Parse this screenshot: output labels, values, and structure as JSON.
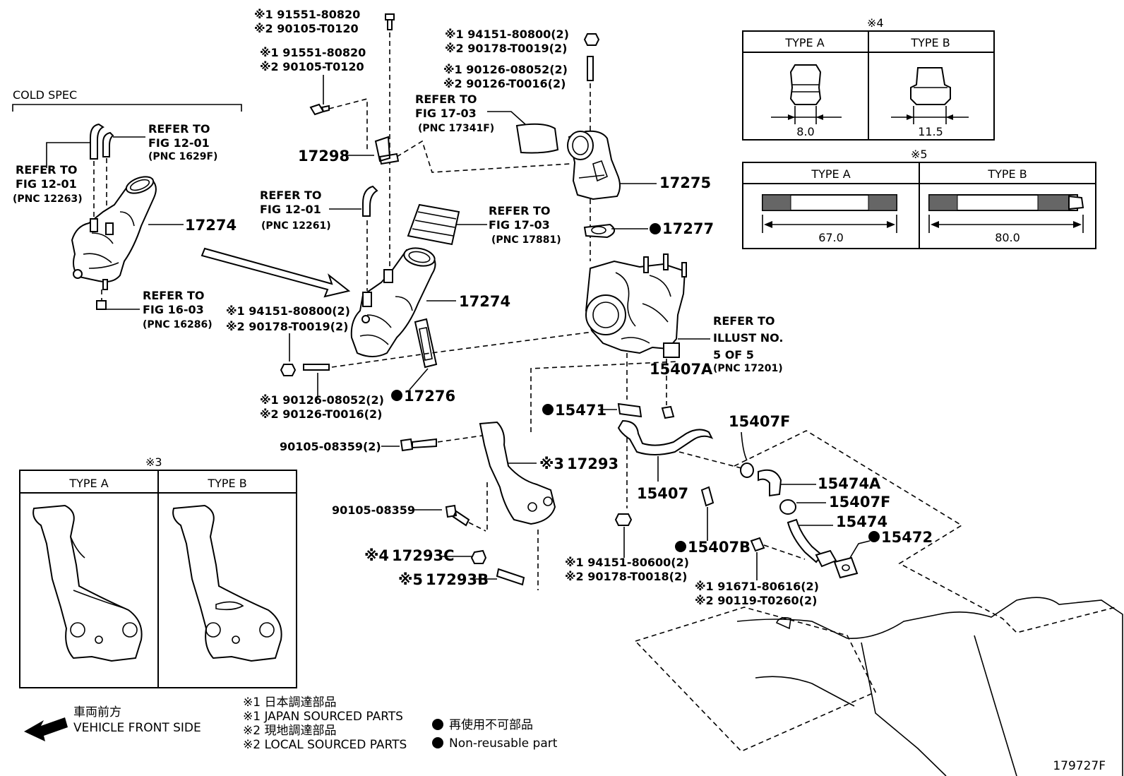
{
  "diagram_id": "179727F",
  "cold_spec": "COLD SPEC",
  "refer": {
    "r_top_left": [
      "REFER TO",
      "FIG 12-01",
      "(PNC 1629F)"
    ],
    "r_left": [
      "REFER TO",
      "FIG 12-01",
      "(PNC 12263)"
    ],
    "r_left_low": [
      "REFER TO",
      "FIG 16-03",
      "(PNC 16286)"
    ],
    "r_mid": [
      "REFER TO",
      "FIG 12-01",
      "(PNC 12261)"
    ],
    "r_mid2": [
      "REFER TO",
      "FIG 17-03",
      "(PNC 17881)"
    ],
    "r_top": [
      "REFER TO",
      "FIG 17-03",
      "(PNC 17341F)"
    ],
    "r_illust": [
      "REFER TO",
      "ILLUST NO.",
      "5 OF 5",
      "(PNC 17201)"
    ]
  },
  "pnc": {
    "p17298": "17298",
    "p17275": "17275",
    "p17277": "17277",
    "p17274a": "17274",
    "p17274b": "17274",
    "p17276": "17276",
    "p15407A": "15407A",
    "p15471": "15471",
    "p15407F_top": "15407F",
    "p17293": "17293",
    "p15407": "15407",
    "p15474A": "15474A",
    "p15407F": "15407F",
    "p15474": "15474",
    "p15472": "15472",
    "p15407B": "15407B",
    "p17293C": "17293C",
    "p17293B": "17293B"
  },
  "marks": {
    "m3": "※3",
    "m4": "※4",
    "m5": "※5"
  },
  "parts": {
    "top_bolt": [
      "※1 91551-80820",
      "※2 90105-T0120"
    ],
    "left_bolt": [
      "※1 91551-80820",
      "※2 90105-T0120"
    ],
    "top_nut": [
      "※1 94151-80800(2)",
      "※2 90178-T0019(2)"
    ],
    "top_stud": [
      "※1 90126-08052(2)",
      "※2 90126-T0016(2)"
    ],
    "mid_nut": [
      "※1 94151-80800(2)",
      "※2 90178-T0019(2)"
    ],
    "mid_stud": [
      "※1 90126-08052(2)",
      "※2 90126-T0016(2)"
    ],
    "bolt_90105_2": "90105-08359(2)",
    "bolt_90105": "90105-08359",
    "low_nut": [
      "※1 94151-80600(2)",
      "※2 90178-T0018(2)"
    ],
    "low_bolt": [
      "※1 91671-80616(2)",
      "※2 90119-T0260(2)"
    ]
  },
  "box3": {
    "title": "※3",
    "col_a": "TYPE A",
    "col_b": "TYPE B"
  },
  "box4": {
    "title": "※4",
    "col_a": "TYPE A",
    "col_b": "TYPE B",
    "dim_a": "8.0",
    "dim_b": "11.5"
  },
  "box5": {
    "title": "※5",
    "col_a": "TYPE A",
    "col_b": "TYPE B",
    "dim_a": "67.0",
    "dim_b": "80.0"
  },
  "legend": {
    "front_jp": "車両前方",
    "front_en": "VEHICLE FRONT SIDE",
    "l1_jp": "※1  日本調達部品",
    "l1_en": "※1  JAPAN SOURCED PARTS",
    "l2_jp": "※2  現地調達部品",
    "l2_en": "※2  LOCAL SOURCED PARTS",
    "nr_jp": "再使用不可部品",
    "nr_en": "Non-reusable part"
  }
}
